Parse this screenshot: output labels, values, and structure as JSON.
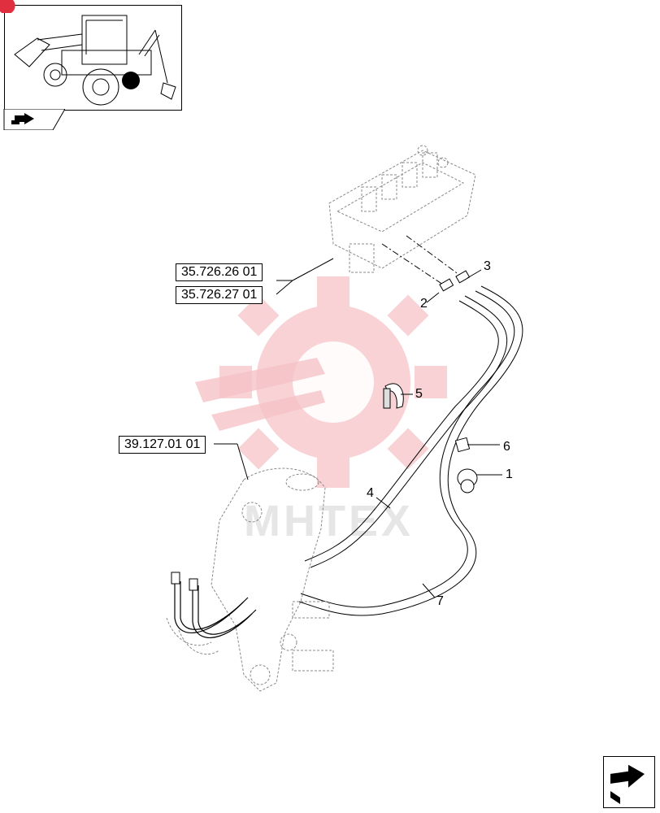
{
  "thumbnail": {
    "icon": "machine-thumbnail-icon",
    "nav_icon": "back-arrow-icon"
  },
  "references": {
    "ref_1": "35.726.26 01",
    "ref_2": "35.726.27 01",
    "ref_3": "39.127.01 01"
  },
  "callouts": {
    "c1": "1",
    "c2": "2",
    "c3": "3",
    "c4": "4",
    "c5": "5",
    "c6": "6",
    "c7": "7"
  },
  "watermark": {
    "text": "MHTEX",
    "color": "#f0a0a8"
  },
  "next_button": {
    "icon": "next-page-arrow-icon"
  }
}
